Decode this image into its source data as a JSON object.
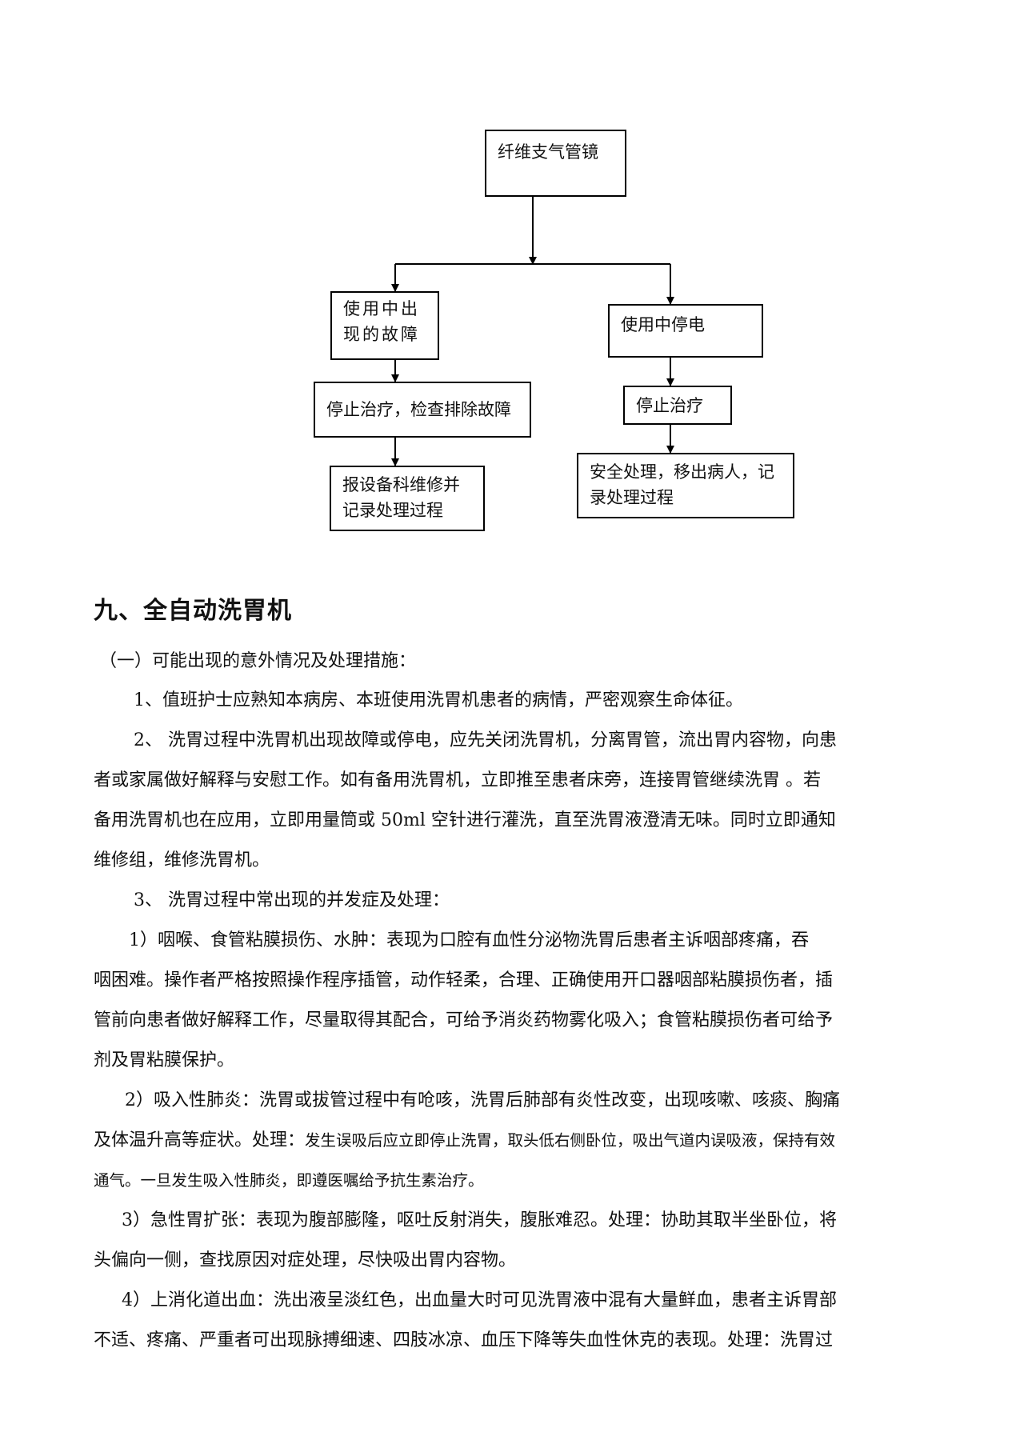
{
  "flowchart": {
    "root": "纤维支气管镜",
    "left": {
      "title": [
        "使用中出",
        "现的故障"
      ],
      "step1": "停止治疗，检查排除故障",
      "step2": [
        "报设备科维修并",
        "记录处理过程"
      ]
    },
    "right": {
      "title": "使用中停电",
      "step1": "停止治疗",
      "step2": [
        "安全处理，移出病人，记",
        "录处理过程"
      ]
    }
  },
  "section": {
    "heading": "九、全自动洗胃机",
    "subheading": "（一）可能出现的意外情况及处理措施：",
    "item1": "1、值班护士应熟知本病房、本班使用洗胃机患者的病情，严密观察生命体征。",
    "item2": [
      "2、 洗胃过程中洗胃机出现故障或停电，应先关闭洗胃机，分离胃管，流出胃内容物，向患",
      "者或家属做好解释与安慰工作。如有备用洗胃机，立即推至患者床旁，连接胃管继续洗胃 。若",
      "备用洗胃机也在应用，立即用量筒或 50ml 空针进行灌洗，直至洗胃液澄清无味。同时立即通知",
      "维修组，维修洗胃机。"
    ],
    "item3": "3、 洗胃过程中常出现的并发症及处理：",
    "c1": [
      "1）咽喉、食管粘膜损伤、水肿：表现为口腔有血性分泌物洗胃后患者主诉咽部疼痛，吞",
      "咽困难。操作者严格按照操作程序插管，动作轻柔，合理、正确使用开口器咽部粘膜损伤者，插",
      "管前向患者做好解释工作，尽量取得其配合，可给予消炎药物雾化吸入；食管粘膜损伤者可给予",
      "剂及胃粘膜保护。"
    ],
    "c2": {
      "line1": "2）吸入性肺炎：洗胃或拔管过程中有呛咳，洗胃后肺部有炎性改变，出现咳嗽、咳痰、胸痛",
      "line2a": "及体温升高等症状。处理：",
      "line2b": "发生误吸后应立即停止洗胃，取头低右侧卧位，吸出气道内误吸液，保持有效",
      "line3": "通气。一旦发生吸入性肺炎，即遵医嘱给予抗生素治疗。"
    },
    "c3": [
      "3）急性胃扩张：表现为腹部膨隆，呕吐反射消失，腹胀难忍。处理：协助其取半坐卧位，将",
      "头偏向一侧，查找原因对症处理，尽快吸出胃内容物。"
    ],
    "c4": [
      "4）上消化道出血：洗出液呈淡红色，出血量大时可见洗胃液中混有大量鲜血，患者主诉胃部",
      "不适、疼痛、严重者可出现脉搏细速、四肢冰凉、血压下降等失血性休克的表现。处理：洗胃过"
    ]
  }
}
